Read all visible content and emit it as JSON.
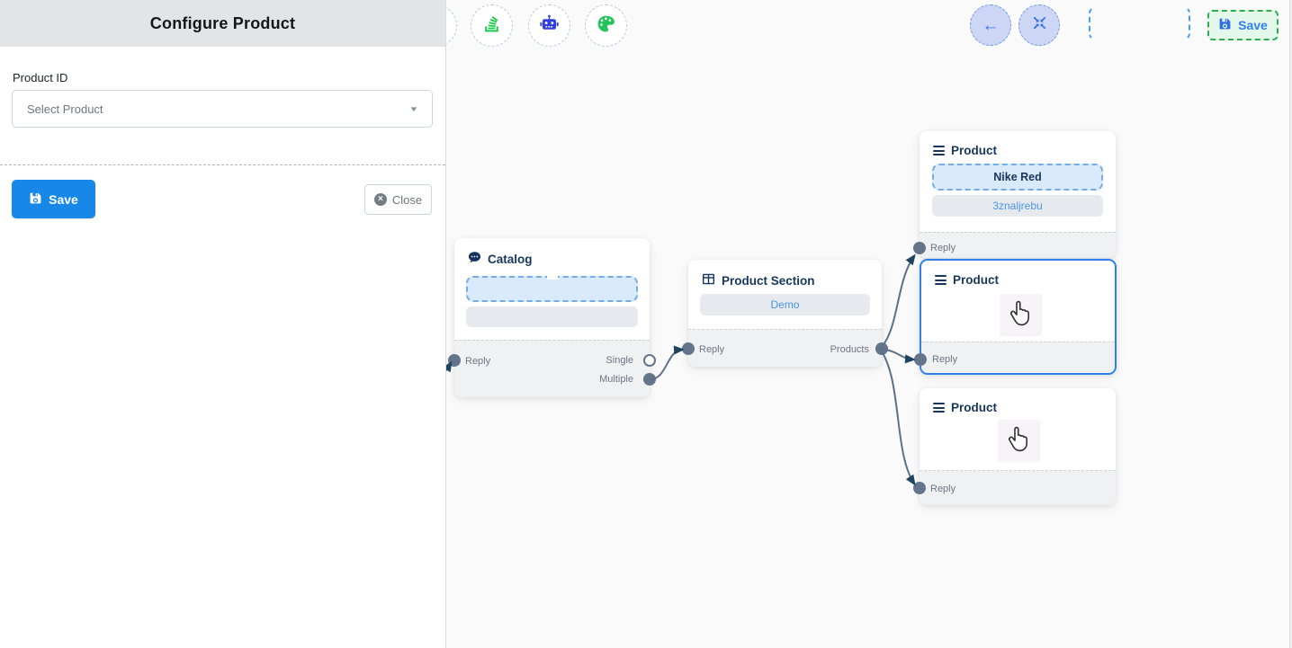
{
  "panel": {
    "title": "Configure Product",
    "product_id_label": "Product ID",
    "select_value": "Select Product",
    "save_label": "Save",
    "close_label": "Close"
  },
  "toolbar": {
    "save_label": "Save"
  },
  "icons": {
    "caret": "▼",
    "back_arrow": "←",
    "close_x": "×"
  },
  "flow": {
    "nodes": {
      "catalog": {
        "title": "Catalog",
        "reply_label": "Reply",
        "single_label": "Single",
        "multiple_label": "Multiple"
      },
      "product_section": {
        "title": "Product Section",
        "body_value": "Demo",
        "reply_label": "Reply",
        "products_label": "Products"
      },
      "product_1": {
        "title": "Product",
        "primary_value": "Nike Red",
        "secondary_value": "3znaljrebu",
        "reply_label": "Reply"
      },
      "product_2": {
        "title": "Product",
        "reply_label": "Reply",
        "selected": true
      },
      "product_3": {
        "title": "Product",
        "reply_label": "Reply"
      }
    },
    "edges": [
      {
        "from": "offscreen-left",
        "to": "catalog.reply"
      },
      {
        "from": "catalog.multiple",
        "to": "product_section.reply"
      },
      {
        "from": "product_section.products",
        "to": "product_1.reply"
      },
      {
        "from": "product_section.products",
        "to": "product_2.reply"
      },
      {
        "from": "product_section.products",
        "to": "product_3.reply"
      }
    ]
  },
  "colors": {
    "primary_blue": "#1788e8",
    "selected_border": "#2f80ed",
    "edge": "#5c7189",
    "arrowhead": "#1f4460",
    "green_accent": "#2ead50",
    "icon_green": "#1fc94f",
    "robot_blue": "#3240e3",
    "link_blue": "#4a94e8",
    "node_title": "#17365d"
  }
}
